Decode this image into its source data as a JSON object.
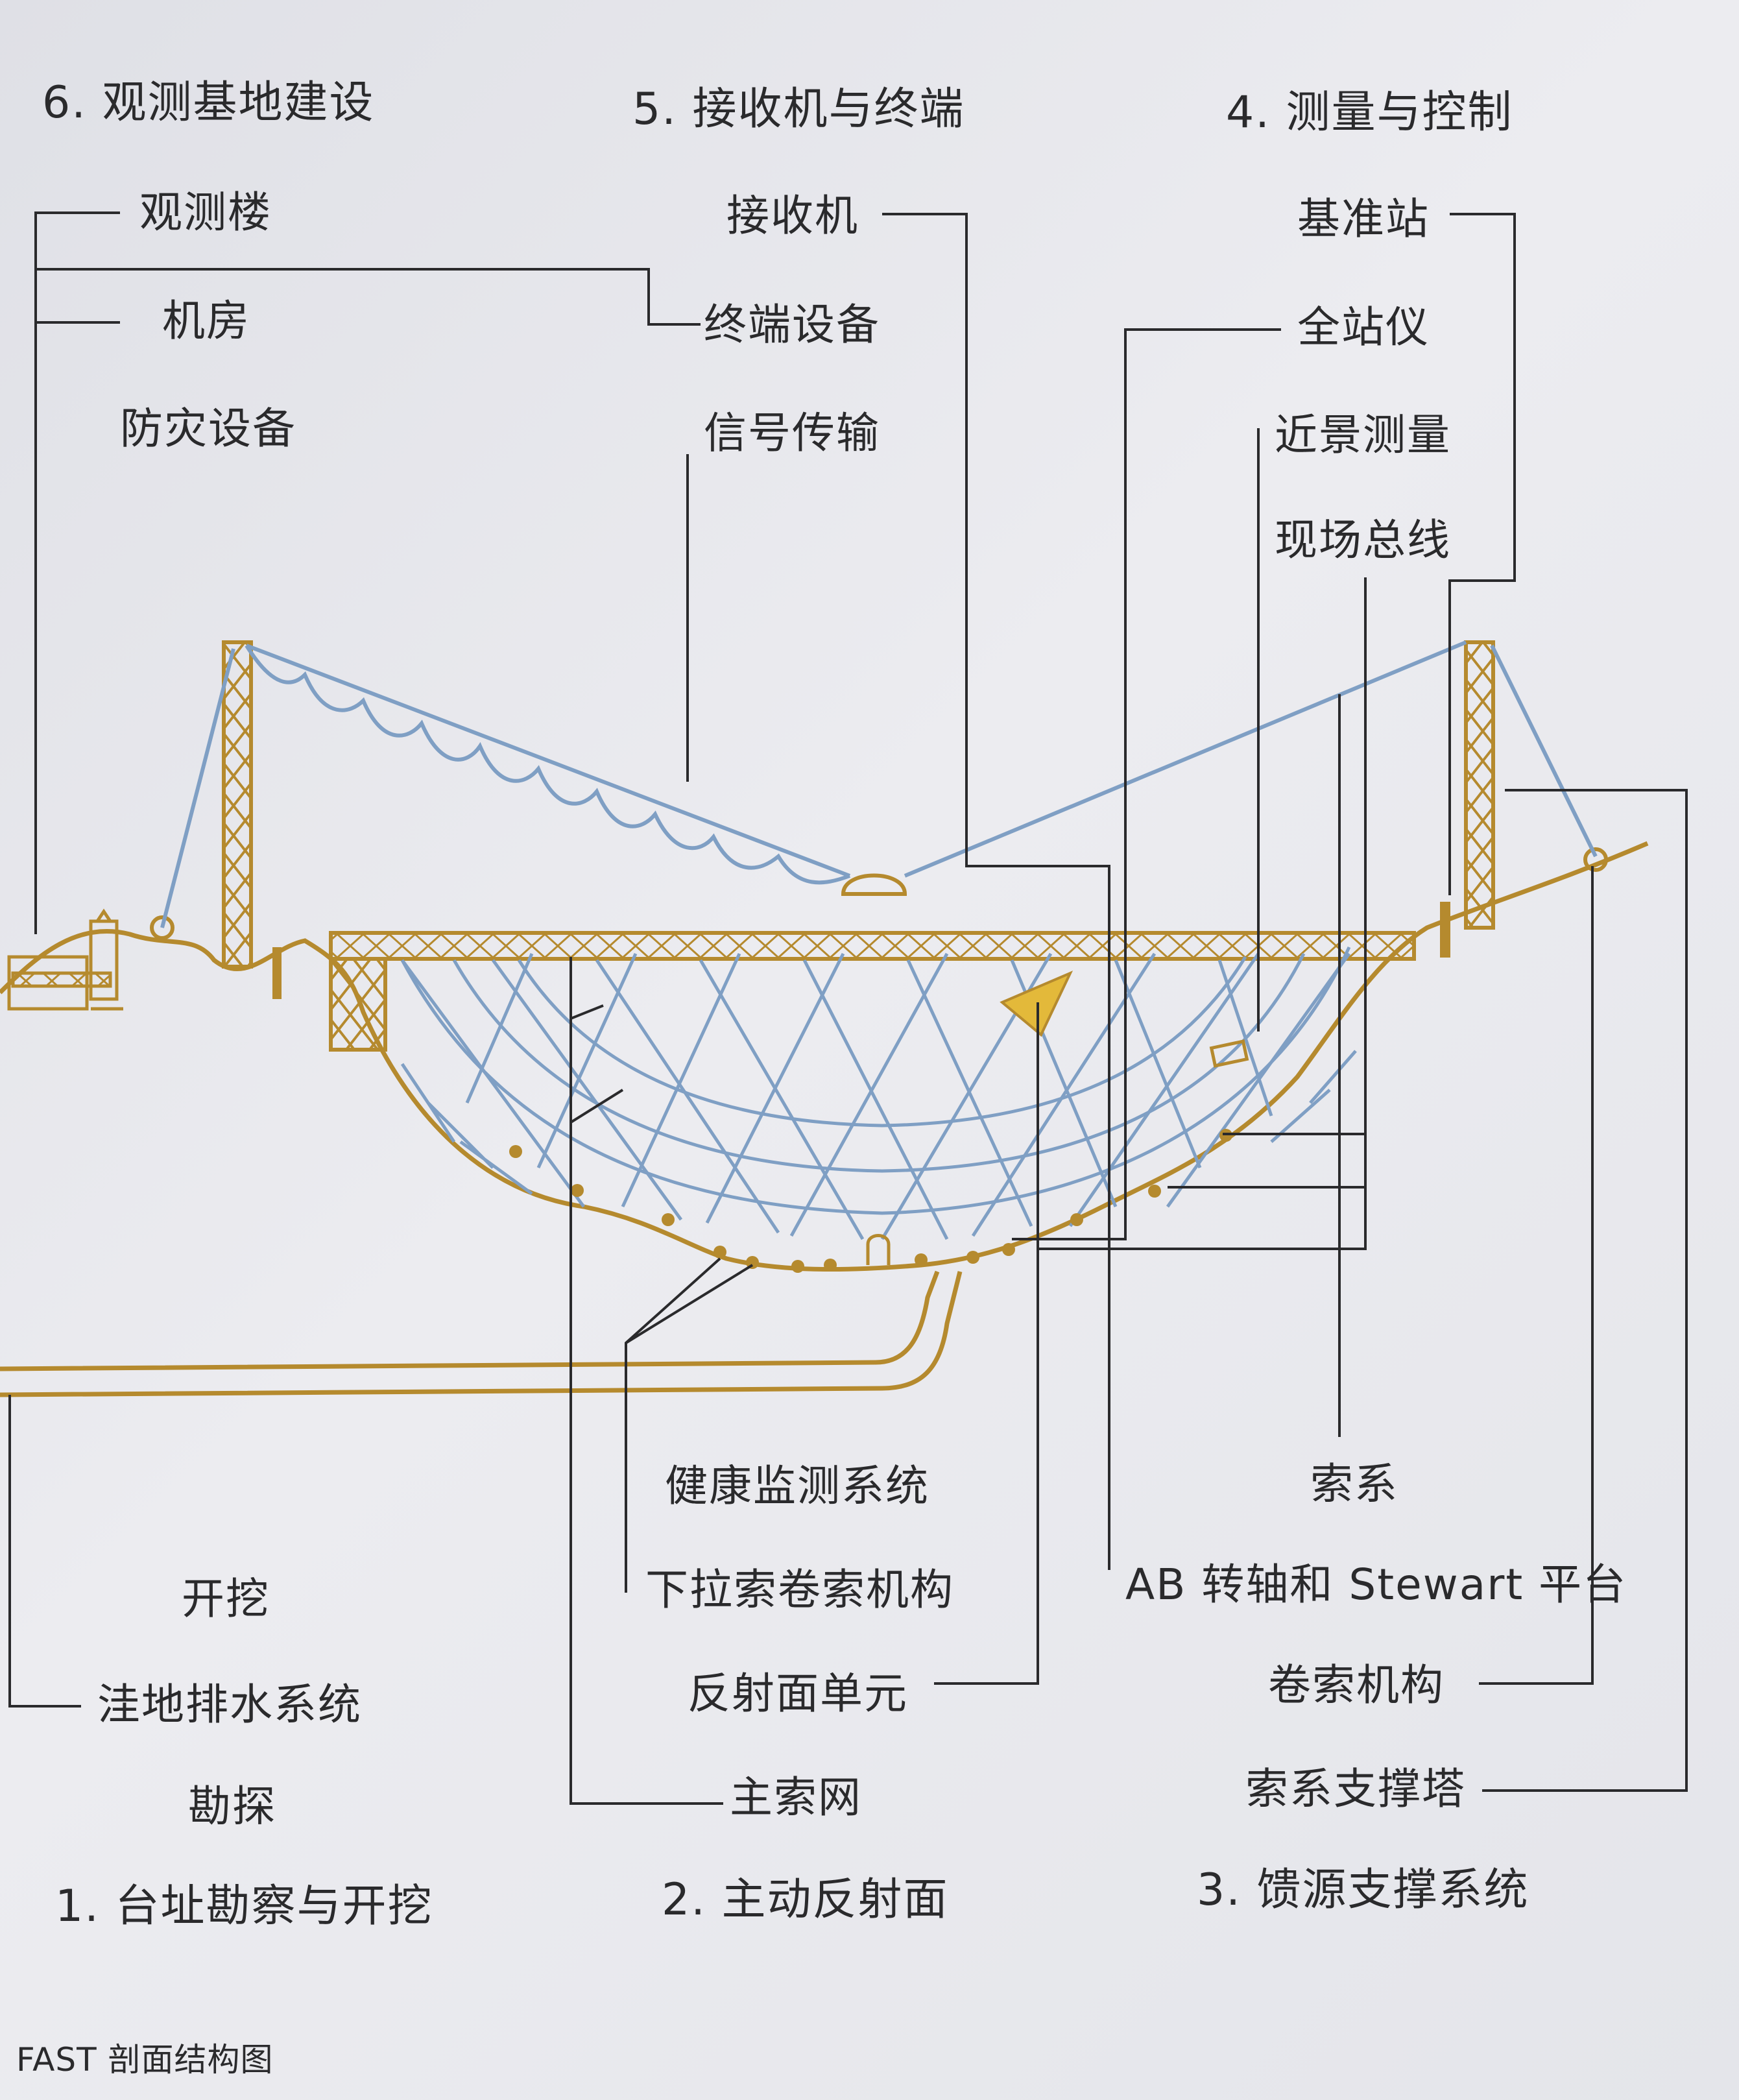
{
  "caption": "FAST 剖面结构图",
  "groups": {
    "site": {
      "title": "1. 台址勘察与开挖",
      "items": [
        "开挖",
        "洼地排水系统",
        "勘探"
      ]
    },
    "reflector": {
      "title": "2. 主动反射面",
      "items": [
        "健康监测系统",
        "下拉索卷索机构",
        "反射面单元",
        "主索网"
      ]
    },
    "feed": {
      "title": "3. 馈源支撑系统",
      "items": [
        "索系",
        "AB 转轴和 Stewart 平台",
        "卷索机构",
        "索系支撑塔"
      ]
    },
    "measure": {
      "title": "4. 测量与控制",
      "items": [
        "基准站",
        "全站仪",
        "近景测量",
        "现场总线"
      ]
    },
    "receiver": {
      "title": "5. 接收机与终端",
      "items": [
        "接收机",
        "终端设备",
        "信号传输"
      ]
    },
    "base": {
      "title": "6. 观测基地建设",
      "items": [
        "观测楼",
        "机房",
        "防灾设备"
      ]
    }
  },
  "colors": {
    "structure": "#b58a2e",
    "cable": "#7f9fc4",
    "leader": "#2a2a2c",
    "panel": "#e3b93a"
  }
}
